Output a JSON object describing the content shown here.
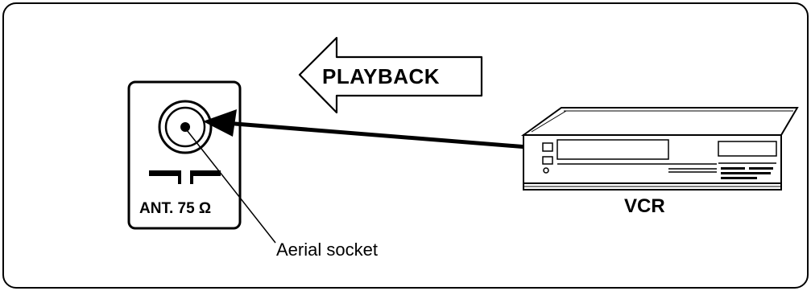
{
  "diagram": {
    "direction_label": "PLAYBACK",
    "antenna_panel_label": "ANT. 75 Ω",
    "device_label": "VCR",
    "socket_callout": "Aerial socket",
    "colors": {
      "ink": "#000000",
      "background": "#ffffff"
    },
    "icons": [
      "playback-arrow-icon",
      "aerial-socket-icon",
      "vcr-icon",
      "cable-arrow-icon"
    ]
  }
}
